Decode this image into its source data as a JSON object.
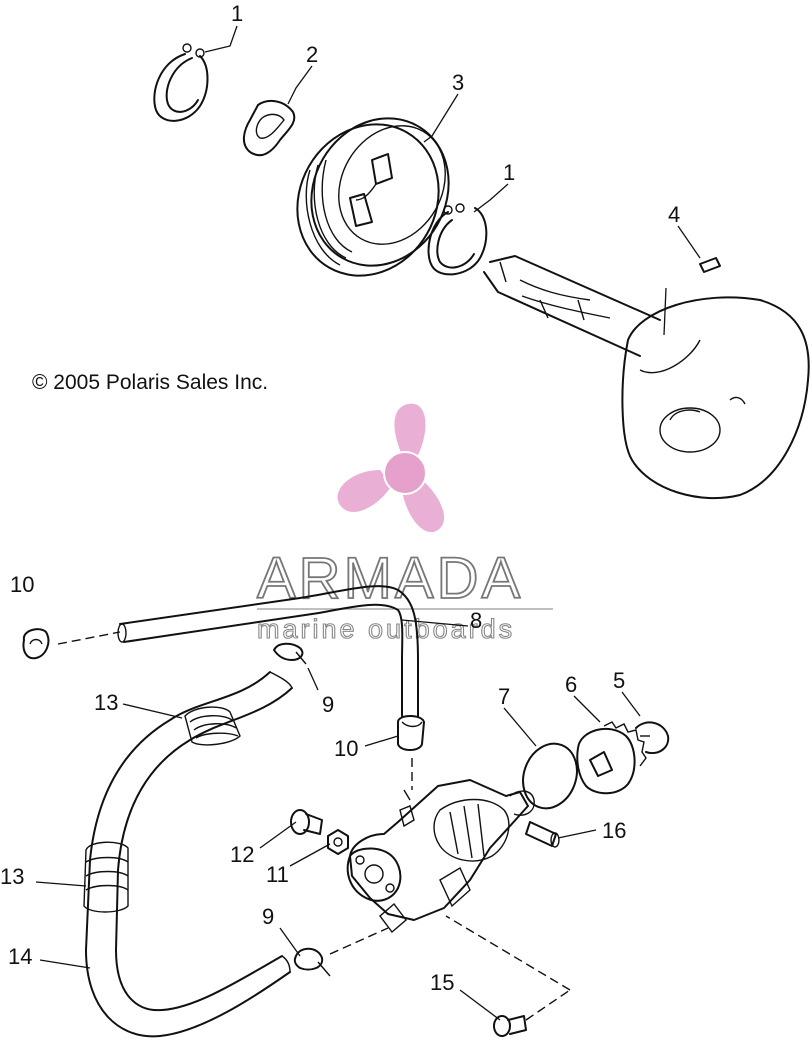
{
  "copyright": "© 2005 Polaris Sales Inc.",
  "watermark": {
    "brand": "ARMADA",
    "tagline": "marine outboards",
    "logo_icon": "propeller-icon",
    "colors": {
      "logo": "#e8a6cf",
      "logo_hub": "#e6a0cc",
      "text": "#777777"
    }
  },
  "callouts": [
    {
      "id": "c1a",
      "label": "1"
    },
    {
      "id": "c2",
      "label": "2"
    },
    {
      "id": "c3",
      "label": "3"
    },
    {
      "id": "c1b",
      "label": "1"
    },
    {
      "id": "c4",
      "label": "4"
    },
    {
      "id": "c10a",
      "label": "10"
    },
    {
      "id": "c8",
      "label": "8"
    },
    {
      "id": "c9a",
      "label": "9"
    },
    {
      "id": "c13a",
      "label": "13"
    },
    {
      "id": "c7",
      "label": "7"
    },
    {
      "id": "c6",
      "label": "6"
    },
    {
      "id": "c5",
      "label": "5"
    },
    {
      "id": "c10b",
      "label": "10"
    },
    {
      "id": "c16",
      "label": "16"
    },
    {
      "id": "c12",
      "label": "12"
    },
    {
      "id": "c11",
      "label": "11"
    },
    {
      "id": "c13b",
      "label": "13"
    },
    {
      "id": "c9b",
      "label": "9"
    },
    {
      "id": "c14",
      "label": "14"
    },
    {
      "id": "c15",
      "label": "15"
    }
  ]
}
